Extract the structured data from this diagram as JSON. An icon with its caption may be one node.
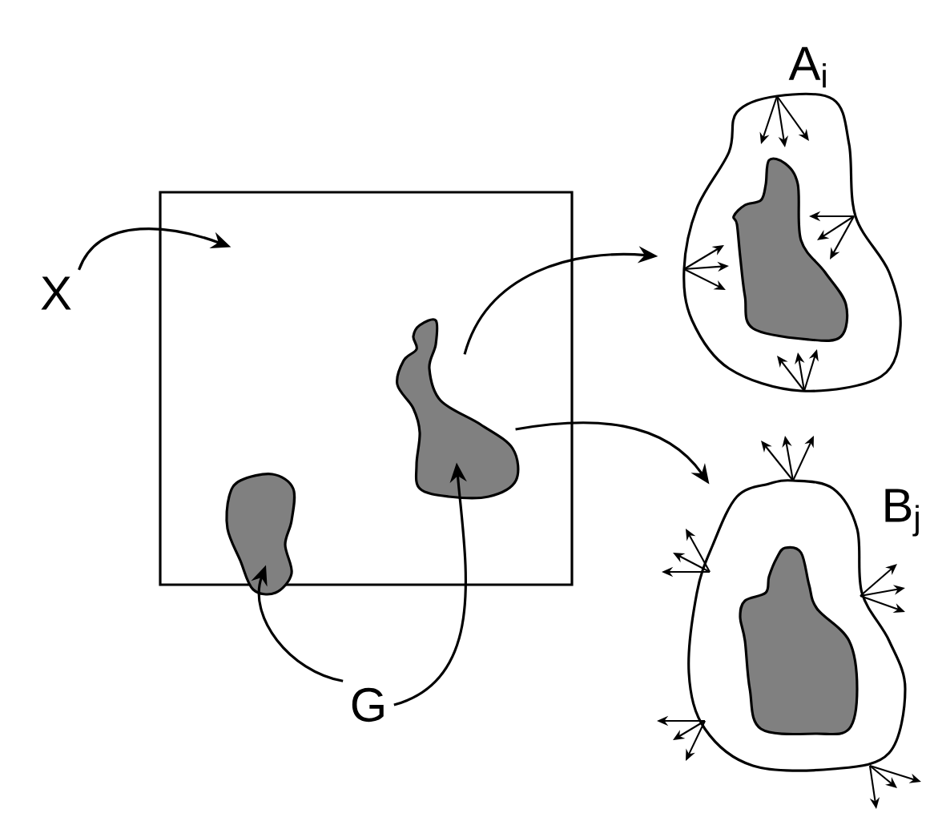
{
  "diagram": {
    "nodes": [
      {
        "text": [
          "X"
        ]
      },
      {
        "text": [],
        "shape": "box"
      },
      {
        "text": [],
        "shape": "blob",
        "in": 1
      },
      {
        "text": [],
        "shape": "blob",
        "in": 1
      },
      {
        "text": [
          "G"
        ]
      },
      {
        "text": [
          "A$_{i}$"
        ]
      },
      {
        "text": [],
        "shape": "blob",
        "in": 5
      },
      {
        "text": [
          "B$_{j}$"
        ]
      },
      {
        "text": [],
        "shape": "blob",
        "in": 7
      }
    ],
    "edges": [
      {
        "from": 0,
        "to": 1,
        "arrow": "to"
      },
      {
        "from": 4,
        "to": 2,
        "arrow": "to"
      },
      {
        "from": 4,
        "to": 3,
        "arrow": "to"
      },
      {
        "from": 3,
        "to": 5,
        "arrow": "to"
      },
      {
        "from": 3,
        "to": 7,
        "arrow": "to"
      }
    ]
  }
}
